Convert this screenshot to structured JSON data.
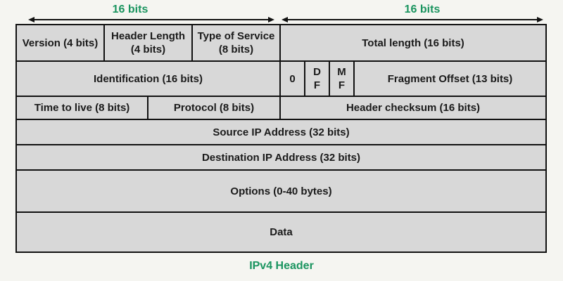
{
  "colors": {
    "background": "#f5f5f1",
    "cell_fill": "#d8d8d8",
    "border": "#111111",
    "accent_green": "#1a945f",
    "text": "#1a1a1a"
  },
  "top_arrows": [
    {
      "label": "16 bits"
    },
    {
      "label": "16 bits"
    }
  ],
  "table": {
    "rows": [
      {
        "cells": [
          {
            "label": "Version (4 bits)"
          },
          {
            "label": "Header Length (4 bits)"
          },
          {
            "label": "Type of Service (8 bits)"
          },
          {
            "label": "Total length (16 bits)"
          }
        ]
      },
      {
        "cells": [
          {
            "label": "Identification (16 bits)"
          },
          {
            "label": "0"
          },
          {
            "label": "D\nF"
          },
          {
            "label": "M\nF"
          },
          {
            "label": "Fragment Offset (13 bits)"
          }
        ]
      },
      {
        "cells": [
          {
            "label": "Time to live (8 bits)"
          },
          {
            "label": "Protocol (8 bits)"
          },
          {
            "label": "Header checksum (16 bits)"
          }
        ]
      },
      {
        "cells": [
          {
            "label": "Source IP Address (32 bits)"
          }
        ]
      },
      {
        "cells": [
          {
            "label": "Destination IP Address (32 bits)"
          }
        ]
      },
      {
        "cells": [
          {
            "label": "Options (0-40 bytes)"
          }
        ]
      },
      {
        "cells": [
          {
            "label": "Data"
          }
        ]
      }
    ]
  },
  "caption": "IPv4 Header"
}
